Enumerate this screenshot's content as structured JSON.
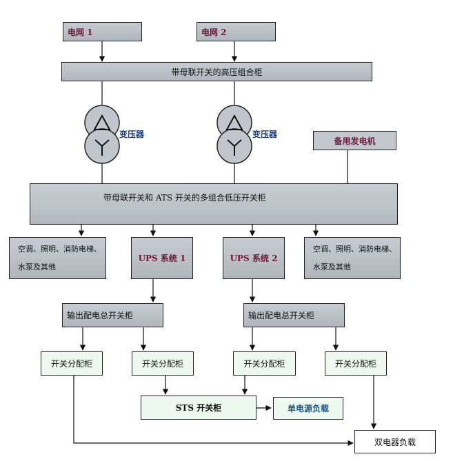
{
  "grid1": "电网 1",
  "grid2": "电网 2",
  "hv_cabinet": "带母联开关的高压组合柜",
  "transformer1_label": "变压器",
  "transformer2_label": "变压器",
  "generator": "备用发电机",
  "lv_cabinet": "带母联开关和 ATS 开关的多组合低压开关柜",
  "load_left": {
    "line1": "空调、照明、消防电梯、",
    "line2": "水泵及其他"
  },
  "ups1": "UPS 系统 1",
  "ups2": "UPS 系统 2",
  "load_right": {
    "line1": "空调、照明、消防电梯、",
    "line2": "水泵及其他"
  },
  "output_cabinet1": "输出配电总开关柜",
  "output_cabinet2": "输出配电总开关柜",
  "dist1": "开关分配柜",
  "dist2": "开关分配柜",
  "dist3": "开关分配柜",
  "dist4": "开关分配柜",
  "sts_cabinet": "STS 开关柜",
  "single_load": "单电源负载",
  "dual_load": "双电器负载"
}
